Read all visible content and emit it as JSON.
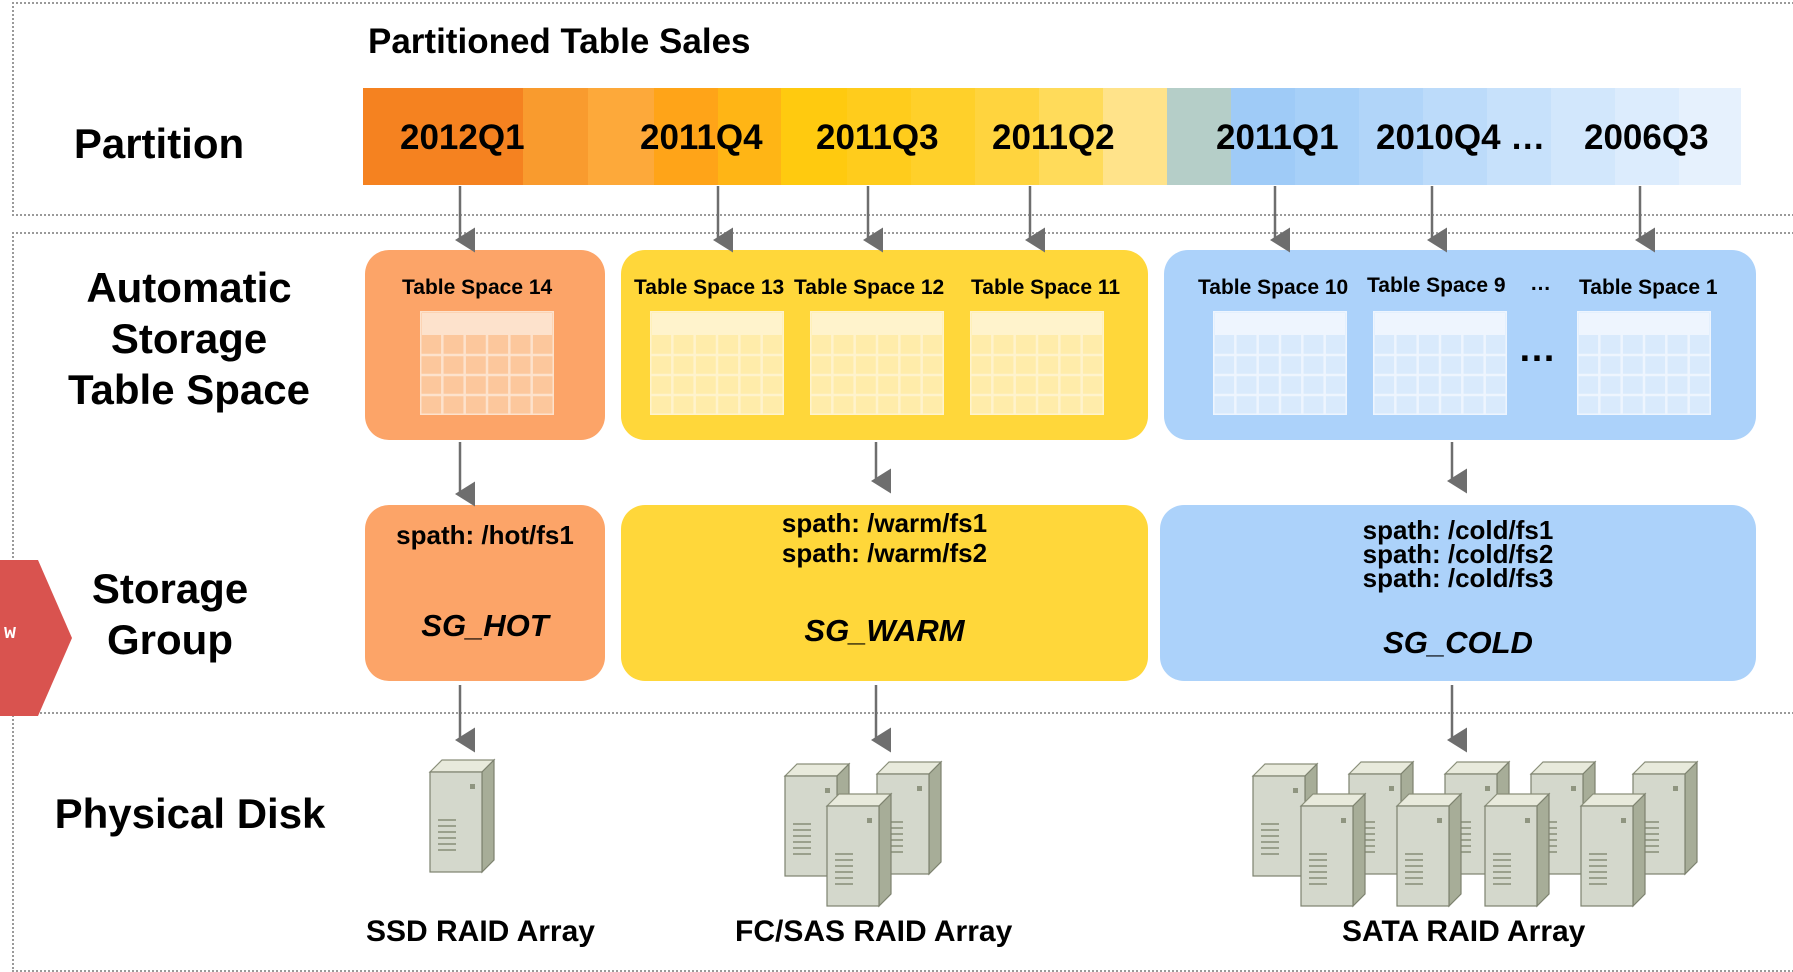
{
  "title": "Partitioned Table Sales",
  "rows": {
    "partition": "Partition",
    "tablespace_line1": "Automatic",
    "tablespace_line2": "Storage",
    "tablespace_line3": "Table Space",
    "storage_line1": "Storage",
    "storage_line2": "Group",
    "physical": "Physical Disk"
  },
  "side_tab_text": "w",
  "partitions": [
    "2012Q1",
    "2011Q4",
    "2011Q3",
    "2011Q2",
    "2011Q1",
    "2010Q4 …",
    "2006Q3"
  ],
  "tablespaces": {
    "hot": [
      "Table Space 14"
    ],
    "warm": [
      "Table Space 13",
      "Table Space 12",
      "Table Space 11"
    ],
    "cold": [
      "Table Space 10",
      "Table Space  9",
      "…",
      "Table Space 1"
    ],
    "cold_ellipsis": "…"
  },
  "storage_groups": {
    "hot": {
      "paths": "spath: /hot/fs1",
      "name": "SG_HOT"
    },
    "warm": {
      "paths": "spath: /warm/fs1\nspath: /warm/fs2",
      "name": "SG_WARM"
    },
    "cold": {
      "paths": "spath: /cold/fs1\nspath: /cold/fs2\nspath: /cold/fs3",
      "name": "SG_COLD"
    }
  },
  "disks": {
    "hot": {
      "label": "SSD RAID Array",
      "icon": "server-icon"
    },
    "warm": {
      "label": "FC/SAS RAID Array",
      "icon": "server-icon"
    },
    "cold": {
      "label": "SATA RAID Array",
      "icon": "server-icon"
    }
  },
  "colors": {
    "hot_strip": "#f58220",
    "warm_strip": "#ffc20e",
    "cold_strip": "#9fcbf7",
    "hot_pill": "#fca468",
    "warm_pill": "#ffd73a",
    "cold_pill": "#acd2fa",
    "side_tab": "#d9534f"
  }
}
